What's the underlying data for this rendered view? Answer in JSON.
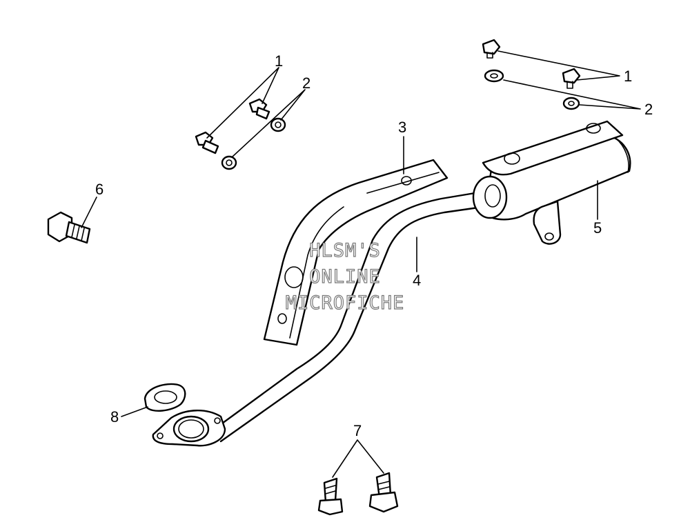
{
  "watermark": {
    "line1": "HLSM'S",
    "line2": "ONLINE",
    "line3": "MICROFICHE"
  },
  "callouts": [
    {
      "id": "1",
      "label": "1"
    },
    {
      "id": "2",
      "label": "2"
    },
    {
      "id": "3",
      "label": "3"
    },
    {
      "id": "4",
      "label": "4"
    },
    {
      "id": "5",
      "label": "5"
    },
    {
      "id": "6",
      "label": "6"
    },
    {
      "id": "7",
      "label": "7"
    },
    {
      "id": "8",
      "label": "8"
    }
  ]
}
